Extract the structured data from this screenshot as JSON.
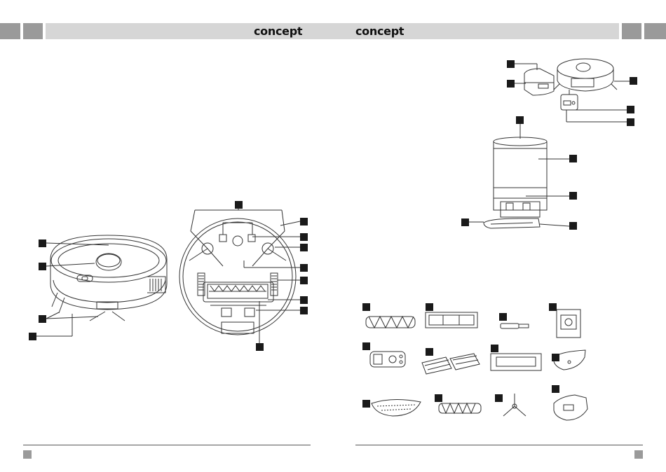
{
  "header": {
    "left_logo": "concept",
    "right_logo": "concept"
  },
  "colors": {
    "header_bar": "#d6d6d6",
    "page_square": "#9a9a9a",
    "line_art": "#333333",
    "callout_marker": "#1a1a1a"
  },
  "figures": {
    "left_page": [
      "robot-vacuum-top-view",
      "robot-vacuum-bottom-view"
    ],
    "right_page": [
      "dust-bin-and-robot-detail",
      "self-emptying-station",
      "accessories-grid"
    ]
  },
  "accessories": [
    "main-brush",
    "hepa-filter",
    "cleaning-tool",
    "dust-bag",
    "remote-control",
    "filter-sponges",
    "filter-holder",
    "mop-holder",
    "mop-pad",
    "rubber-brush",
    "side-brush",
    "water-tank"
  ]
}
